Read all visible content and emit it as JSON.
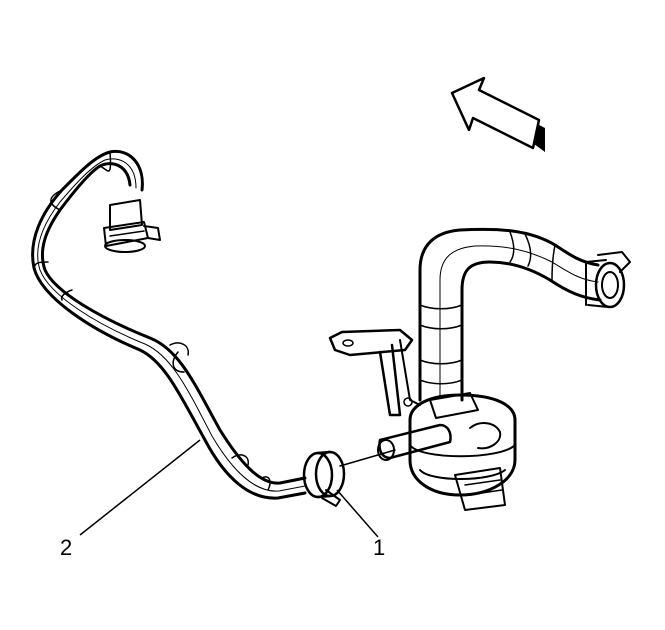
{
  "callouts": [
    {
      "id": "1",
      "text": "1"
    },
    {
      "id": "2",
      "text": "2"
    }
  ],
  "colors": {
    "line": "#000000",
    "background": "#ffffff",
    "arrow_shade": "#000000"
  },
  "icons": [
    "direction-arrow-icon"
  ]
}
